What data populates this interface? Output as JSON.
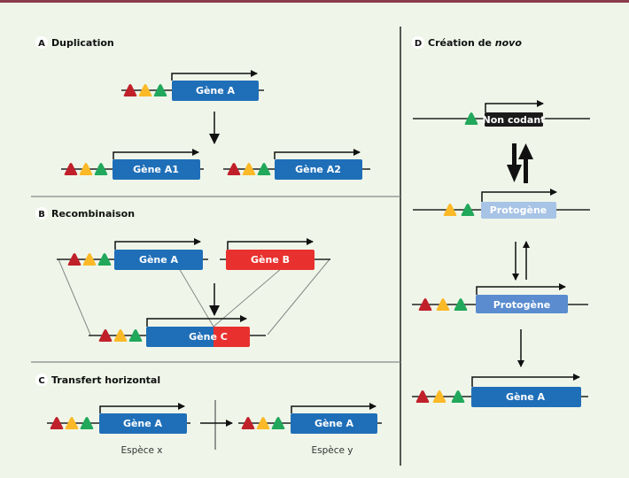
{
  "colors": {
    "background": "#eff6e9",
    "top_bar": "#8a3b4c",
    "gene_blue": "#1f6fb8",
    "gene_red": "#e8312e",
    "protogene_light": "#a7c3e6",
    "protogene_mid": "#5a8ccf",
    "noncoding": "#1a1a1a",
    "promoter_red": "#c0202a",
    "promoter_yellow": "#fbb927",
    "promoter_green": "#21a85b"
  },
  "panels": {
    "A": {
      "letter": "A",
      "title": "Duplication",
      "source_gene": "Gène A",
      "products": [
        "Gène A1",
        "Gène A2"
      ]
    },
    "B": {
      "letter": "B",
      "title": "Recombinaison",
      "genes": [
        "Gène A",
        "Gène B"
      ],
      "result": "Gène C"
    },
    "C": {
      "letter": "C",
      "title": "Transfert horizontal",
      "gene_left": "Gène A",
      "gene_right": "Gène A",
      "species_left": "Espèce x",
      "species_right": "Espèce y"
    },
    "D": {
      "letter": "D",
      "title_prefix": "Création de ",
      "title_italic": "novo",
      "stages": [
        "Non codant",
        "Protogène",
        "Protogène",
        "Gène A"
      ]
    }
  }
}
